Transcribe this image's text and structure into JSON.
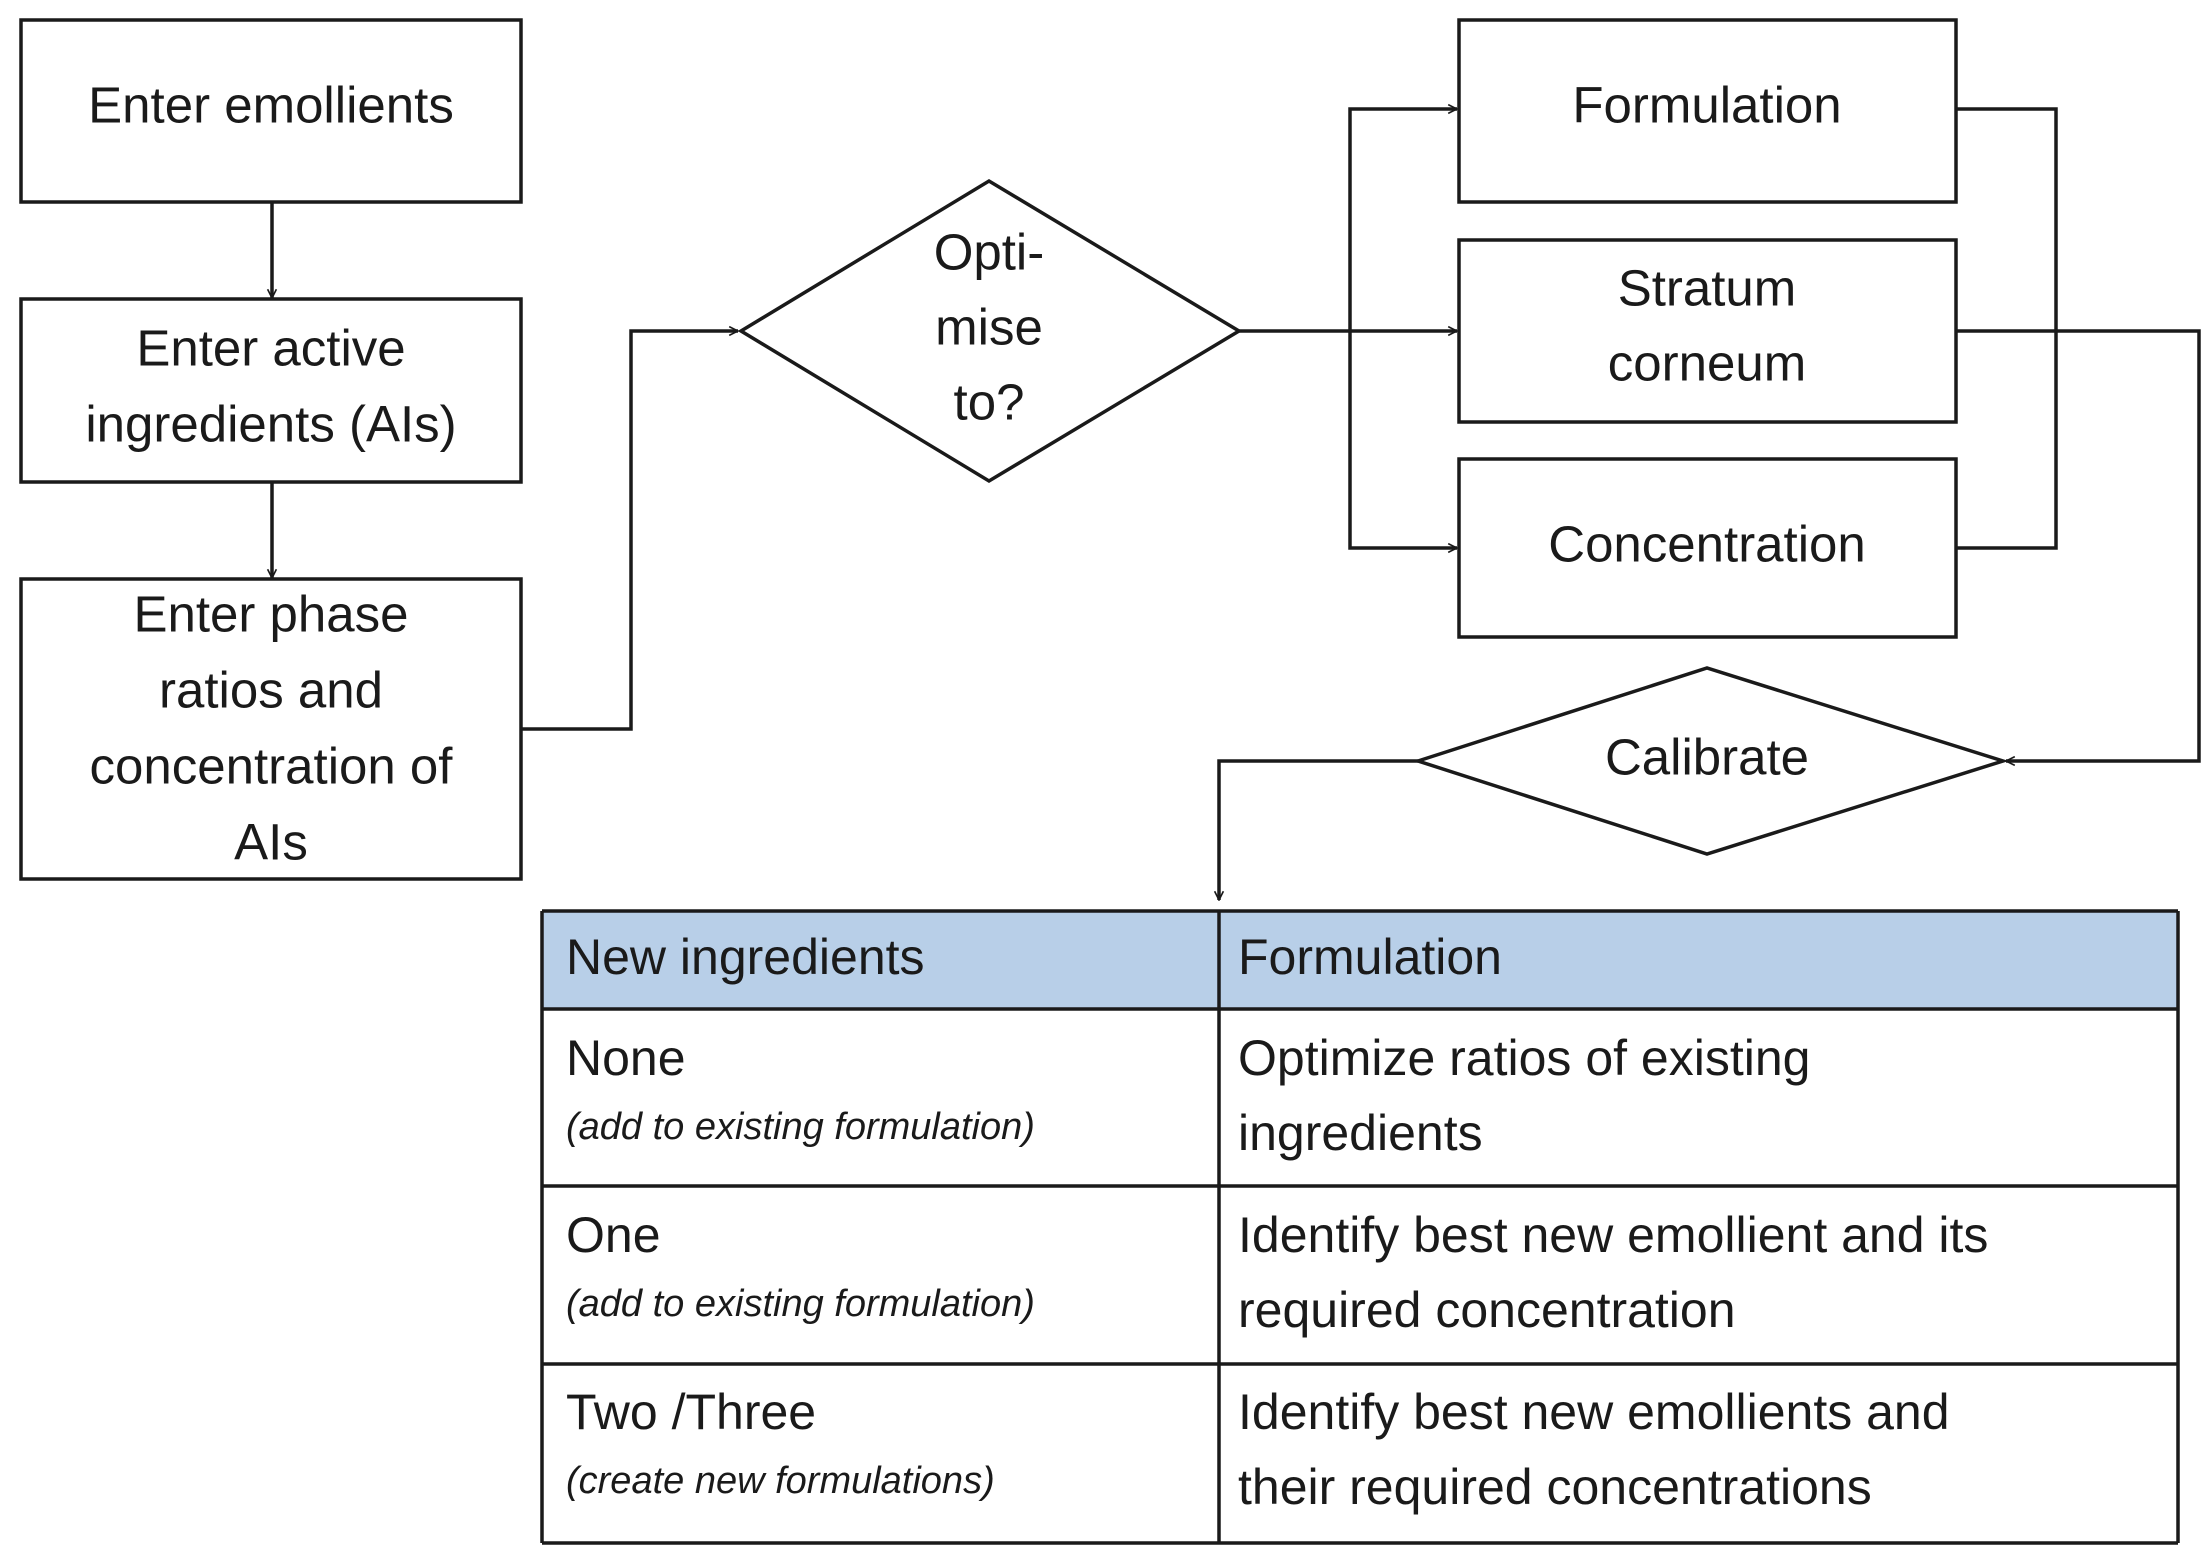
{
  "nodes": {
    "enter_emollients": "Enter emollients",
    "enter_active": [
      "Enter active",
      "ingredients (AIs)"
    ],
    "enter_phase": [
      "Enter phase",
      "ratios and",
      "concentration of",
      "AIs"
    ],
    "optimise": [
      "Opti-",
      "mise",
      "to?"
    ],
    "formulation": "Formulation",
    "stratum": [
      "Stratum",
      "corneum"
    ],
    "concentration": "Concentration",
    "calibrate": "Calibrate"
  },
  "table": {
    "header": {
      "col1": "New ingredients",
      "col2": "Formulation",
      "bg": "#b8cfe8"
    },
    "rows": [
      {
        "main": "None",
        "sub": "(add to existing formulation)",
        "desc": [
          "Optimize ratios of existing",
          "ingredients"
        ]
      },
      {
        "main": "One",
        "sub": "(add to existing formulation)",
        "desc": [
          "Identify best new emollient  and its",
          "required concentration"
        ]
      },
      {
        "main": "Two /Three",
        "sub": "(create new formulations)",
        "desc": [
          "Identify best new emollients and",
          "their required concentrations"
        ]
      }
    ]
  }
}
